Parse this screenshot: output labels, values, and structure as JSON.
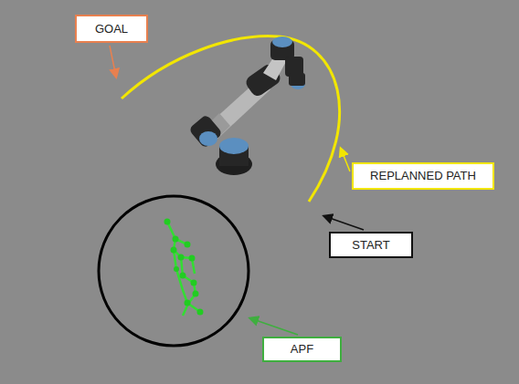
{
  "diagram": {
    "nodes": [
      {
        "text": [
          "GOAL"
        ]
      },
      {
        "text": [
          "REPLANNED PATH"
        ]
      },
      {
        "text": [
          "START"
        ]
      },
      {
        "text": [
          "APF"
        ]
      }
    ],
    "edges": []
  }
}
